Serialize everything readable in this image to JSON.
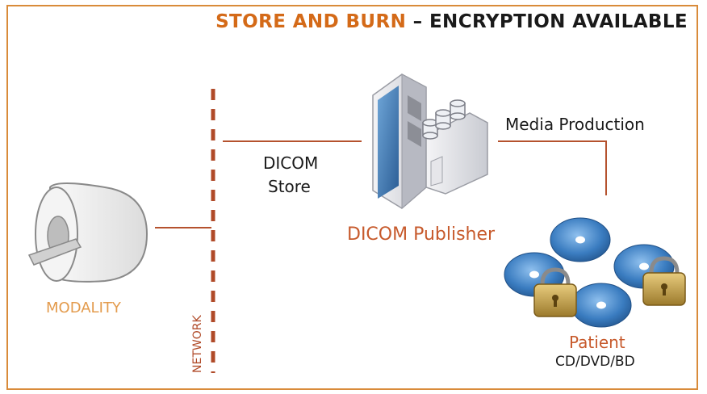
{
  "title": {
    "primary": "STORE AND BURN",
    "secondary": " – ENCRYPTION AVAILABLE"
  },
  "labels": {
    "media_production": "Media Production",
    "dicom_store_line1": "DICOM",
    "dicom_store_line2": "Store",
    "dicom_publisher": "DICOM Publisher",
    "modality": "MODALITY",
    "network": "NETWORK",
    "patient": "Patient",
    "patient_media": "CD/DVD/BD"
  },
  "colors": {
    "border": "#d98b3a",
    "accent": "#d46a18",
    "connector": "#b5522e",
    "modality_label": "#e39b4d",
    "network_dash": "#b04a28",
    "disc": "#2f6fb0"
  }
}
